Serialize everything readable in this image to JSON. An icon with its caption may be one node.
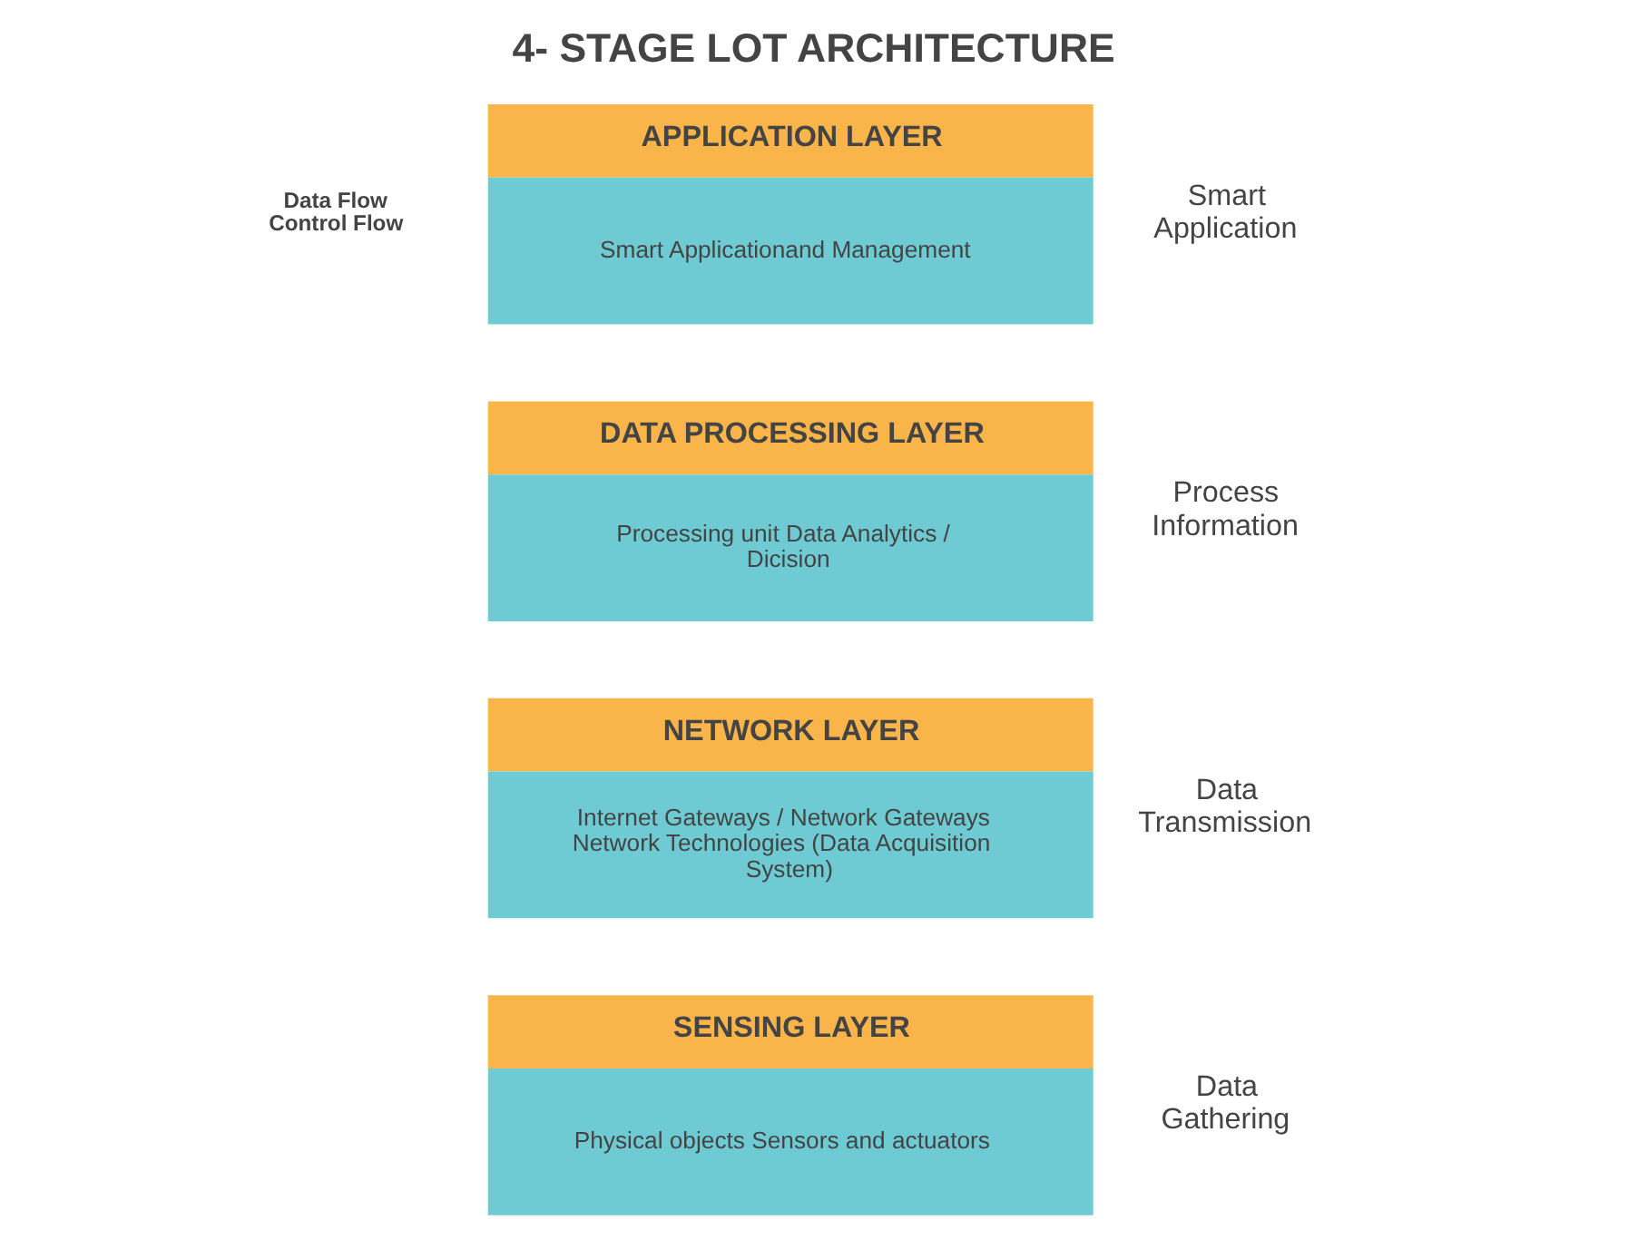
{
  "diagram": {
    "title": "4- STAGE LOT ARCHITECTURE",
    "nodes": [
      {
        "text": [
          "APPLICATION LAYER",
          "Smart Applicationand Management"
        ],
        "beside": [
          "Smart Application"
        ]
      },
      {
        "text": [
          "DATA PROCESSING LAYER",
          "Processing unit Data Analytics / Dicision"
        ],
        "beside": [
          "Process Information"
        ]
      },
      {
        "text": [
          "NETWORK LAYER",
          "Internet Gateways / Network Gateways Network Technologies (Data Acquisition System)"
        ],
        "beside": [
          "Data Transmission"
        ]
      },
      {
        "text": [
          "SENSING LAYER",
          "Physical objects Sensors and actuators"
        ],
        "beside": [
          "Data Gathering"
        ]
      }
    ],
    "edges": [],
    "labels": [
      "Data Flow",
      "Control Flow"
    ]
  }
}
